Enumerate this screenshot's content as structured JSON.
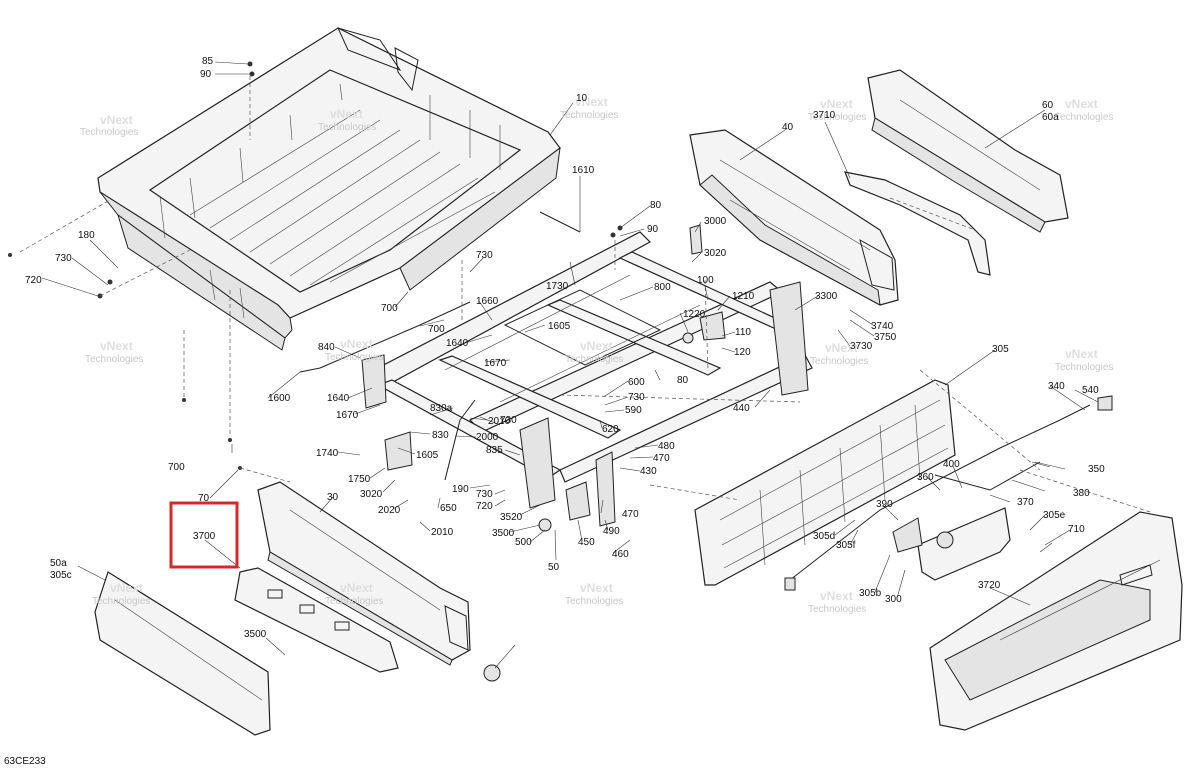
{
  "sheet_code": "63CE233",
  "watermark": [
    "vNext",
    "Technologies"
  ],
  "highlight_color": "#d42a2a",
  "callouts": [
    {
      "id": "c85",
      "text": "85"
    },
    {
      "id": "c90a",
      "text": "90"
    },
    {
      "id": "c10",
      "text": "10"
    },
    {
      "id": "c1610",
      "text": "1610"
    },
    {
      "id": "c80a",
      "text": "80"
    },
    {
      "id": "c90b",
      "text": "90"
    },
    {
      "id": "c3000",
      "text": "3000"
    },
    {
      "id": "c3020a",
      "text": "3020"
    },
    {
      "id": "c40",
      "text": "40"
    },
    {
      "id": "c3710",
      "text": "3710"
    },
    {
      "id": "c60",
      "text": "60"
    },
    {
      "id": "c60a",
      "text": "60a"
    },
    {
      "id": "c180",
      "text": "180"
    },
    {
      "id": "c730a",
      "text": "730"
    },
    {
      "id": "c720a",
      "text": "720"
    },
    {
      "id": "c730b",
      "text": "730"
    },
    {
      "id": "c1730",
      "text": "1730"
    },
    {
      "id": "c800",
      "text": "800"
    },
    {
      "id": "c100",
      "text": "100"
    },
    {
      "id": "c1210",
      "text": "1210"
    },
    {
      "id": "c3300",
      "text": "3300"
    },
    {
      "id": "c700a",
      "text": "700"
    },
    {
      "id": "c1660",
      "text": "1660"
    },
    {
      "id": "c700b",
      "text": "700"
    },
    {
      "id": "c1605a",
      "text": "1605"
    },
    {
      "id": "c1220",
      "text": "1220"
    },
    {
      "id": "c110",
      "text": "110"
    },
    {
      "id": "c3740",
      "text": "3740"
    },
    {
      "id": "c3750",
      "text": "3750"
    },
    {
      "id": "c3730",
      "text": "3730"
    },
    {
      "id": "c120",
      "text": "120"
    },
    {
      "id": "c840",
      "text": "840"
    },
    {
      "id": "c1640a",
      "text": "1640"
    },
    {
      "id": "c1670a",
      "text": "1670"
    },
    {
      "id": "c80b",
      "text": "80"
    },
    {
      "id": "c305",
      "text": "305"
    },
    {
      "id": "c540",
      "text": "540"
    },
    {
      "id": "c1600",
      "text": "1600"
    },
    {
      "id": "c1640b",
      "text": "1640"
    },
    {
      "id": "c1670b",
      "text": "1670"
    },
    {
      "id": "c830a",
      "text": "830a"
    },
    {
      "id": "c600",
      "text": "600"
    },
    {
      "id": "c730c",
      "text": "730"
    },
    {
      "id": "c590",
      "text": "590"
    },
    {
      "id": "c440",
      "text": "440"
    },
    {
      "id": "c340",
      "text": "340"
    },
    {
      "id": "c2010a",
      "text": "2010"
    },
    {
      "id": "c620",
      "text": "620"
    },
    {
      "id": "c830",
      "text": "830"
    },
    {
      "id": "c2000",
      "text": "2000"
    },
    {
      "id": "c730d",
      "text": "730"
    },
    {
      "id": "c1740",
      "text": "1740"
    },
    {
      "id": "c1605b",
      "text": "1605"
    },
    {
      "id": "c835",
      "text": "835"
    },
    {
      "id": "c480",
      "text": "480"
    },
    {
      "id": "c470a",
      "text": "470"
    },
    {
      "id": "c430",
      "text": "430"
    },
    {
      "id": "c700c",
      "text": "700"
    },
    {
      "id": "c1750",
      "text": "1750"
    },
    {
      "id": "c190",
      "text": "190"
    },
    {
      "id": "c730e",
      "text": "730"
    },
    {
      "id": "c720b",
      "text": "720"
    },
    {
      "id": "c400",
      "text": "400"
    },
    {
      "id": "c350",
      "text": "350"
    },
    {
      "id": "c360",
      "text": "360"
    },
    {
      "id": "c380",
      "text": "380"
    },
    {
      "id": "c70",
      "text": "70"
    },
    {
      "id": "c30",
      "text": "30"
    },
    {
      "id": "c3020b",
      "text": "3020"
    },
    {
      "id": "c2020",
      "text": "2020"
    },
    {
      "id": "c650",
      "text": "650"
    },
    {
      "id": "c3520",
      "text": "3520"
    },
    {
      "id": "c470b",
      "text": "470"
    },
    {
      "id": "c390",
      "text": "390"
    },
    {
      "id": "c370",
      "text": "370"
    },
    {
      "id": "c3700",
      "text": "3700"
    },
    {
      "id": "c2010b",
      "text": "2010"
    },
    {
      "id": "c3500a",
      "text": "3500"
    },
    {
      "id": "c500",
      "text": "500"
    },
    {
      "id": "c450",
      "text": "450"
    },
    {
      "id": "c490",
      "text": "490"
    },
    {
      "id": "c305d",
      "text": "305d"
    },
    {
      "id": "c305f",
      "text": "305f"
    },
    {
      "id": "c305e",
      "text": "305e"
    },
    {
      "id": "c710",
      "text": "710"
    },
    {
      "id": "c460",
      "text": "460"
    },
    {
      "id": "c50",
      "text": "50"
    },
    {
      "id": "c50a",
      "text": "50a"
    },
    {
      "id": "c305c",
      "text": "305c"
    },
    {
      "id": "c305b",
      "text": "305b"
    },
    {
      "id": "c300",
      "text": "300"
    },
    {
      "id": "c3720",
      "text": "3720"
    },
    {
      "id": "c3500b",
      "text": "3500"
    }
  ]
}
